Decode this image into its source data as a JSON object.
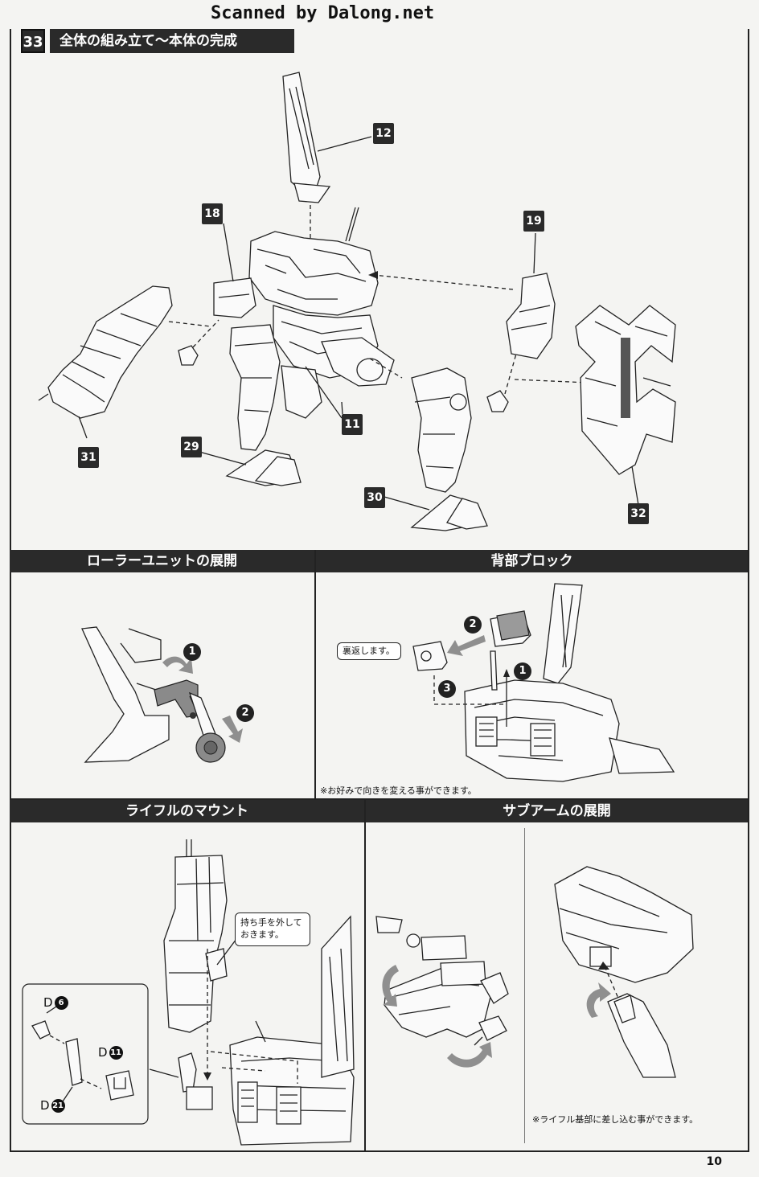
{
  "watermark": "Scanned by Dalong.net",
  "step": {
    "number": "33",
    "title": "全体の組み立て〜本体の完成"
  },
  "main_parts": [
    "12",
    "18",
    "19",
    "31",
    "11",
    "29",
    "30",
    "32"
  ],
  "sections": {
    "roller": {
      "title": "ローラーユニットの展開",
      "steps": [
        "1",
        "2"
      ]
    },
    "back": {
      "title": "背部ブロック",
      "steps": [
        "1",
        "2",
        "3"
      ],
      "callout": "裏返します。",
      "note": "※お好みで向きを変える事ができます。"
    },
    "rifle": {
      "title": "ライフルのマウント",
      "callout": "持ち手を外して\nおきます。",
      "parts": [
        {
          "letter": "D",
          "num": "6"
        },
        {
          "letter": "D",
          "num": "11"
        },
        {
          "letter": "D",
          "num": "21"
        }
      ]
    },
    "subarm": {
      "title": "サブアームの展開",
      "note": "※ライフル基部に差し込む事ができます。"
    }
  },
  "page_number": "10"
}
